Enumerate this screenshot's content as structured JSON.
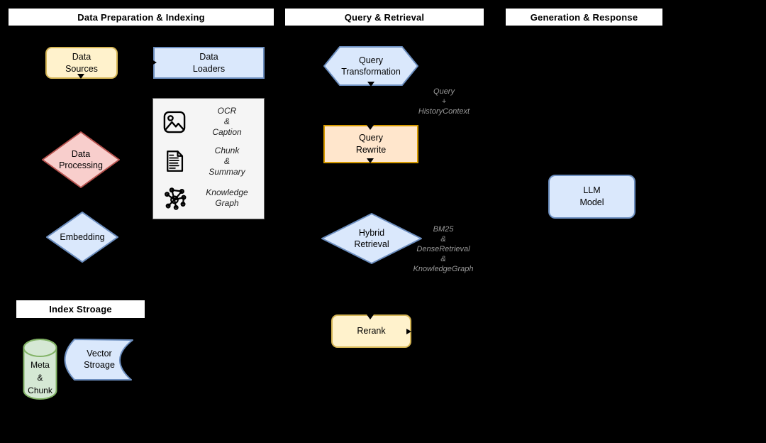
{
  "headers": {
    "data_prep": "Data Preparation & Indexing",
    "query_retrieval": "Query & Retrieval",
    "generation_response": "Generation & Response",
    "index_storage": "Index Stroage"
  },
  "nodes": {
    "data_sources": {
      "label": "Data\nSources",
      "fill": "#fff2cc",
      "stroke": "#d6b656"
    },
    "data_loaders": {
      "label": "Data\nLoaders",
      "fill": "#dae8fc",
      "stroke": "#6c8ebf"
    },
    "data_processing": {
      "label": "Data\nProcessing",
      "fill": "#f8cecc",
      "stroke": "#b85450"
    },
    "embedding": {
      "label": "Embedding",
      "fill": "#dae8fc",
      "stroke": "#6c8ebf"
    },
    "meta_chunk": {
      "label": "Meta\n&\nChunk",
      "fill": "#d5e8d4",
      "stroke": "#82b366"
    },
    "vector_storage": {
      "label": "Vector\nStroage",
      "fill": "#dae8fc",
      "stroke": "#6c8ebf"
    },
    "query_transformation": {
      "label": "Query\nTransformation",
      "fill": "#dae8fc",
      "stroke": "#6c8ebf"
    },
    "query_rewrite": {
      "label": "Query\nRewrite",
      "fill": "#ffe6cc",
      "stroke": "#d79b00"
    },
    "hybrid_retrieval": {
      "label": "Hybrid\nRetrieval",
      "fill": "#dae8fc",
      "stroke": "#6c8ebf"
    },
    "rerank": {
      "label": "Rerank",
      "fill": "#fff2cc",
      "stroke": "#d6b656"
    },
    "llm_model": {
      "label": "LLM\nModel",
      "fill": "#dae8fc",
      "stroke": "#6c8ebf"
    }
  },
  "processing_box": {
    "fill": "#f5f5f5",
    "stroke": "#666666",
    "items": [
      {
        "icon": "image-icon",
        "label": "OCR\n&\nCaption"
      },
      {
        "icon": "document-icon",
        "label": "Chunk\n&\nSummary"
      },
      {
        "icon": "knowledge-graph-icon",
        "label": "Knowledge\nGraph"
      }
    ]
  },
  "edge_labels": {
    "query_history": "Query\n+\nHistoryContext",
    "retrieval_methods": "BM25\n&\nDenseRetrieval\n&\nKnowledgeGraph",
    "color": "#999999"
  }
}
